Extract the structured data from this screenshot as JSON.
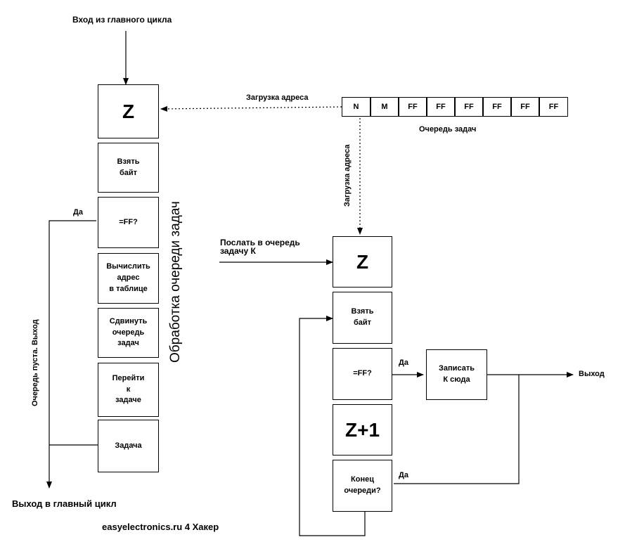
{
  "labels": {
    "entry": "Вход из главного цикла",
    "load_addr_h": "Загрузка адреса",
    "load_addr_v": "Загрузка адреса",
    "queue_title": "Очередь задач",
    "left_title": "Обработка очереди задач",
    "yes_left": "Да",
    "queue_empty": "Очередь пуста. Выход",
    "exit_main": "Выход в главный цикл",
    "send_task": "Послать в очередь\nзадачу К",
    "yes_ff": "Да",
    "yes_end": "Да",
    "exit": "Выход",
    "footer": "easyelectronics.ru 4 Хакер"
  },
  "left_blocks": [
    "Z",
    "Взять\nбайт",
    "=FF?",
    "Вычислить\nадрес\nв таблице",
    "Сдвинуть\nочередь\nзадач",
    "Перейти\nк\nзадаче",
    "Задача"
  ],
  "right_blocks": [
    "Z",
    "Взять\nбайт",
    "=FF?",
    "Z+1",
    "Конец\nочереди?"
  ],
  "write_block": "Записать\nК сюда",
  "queue_cells": [
    "N",
    "M",
    "FF",
    "FF",
    "FF",
    "FF",
    "FF",
    "FF"
  ]
}
